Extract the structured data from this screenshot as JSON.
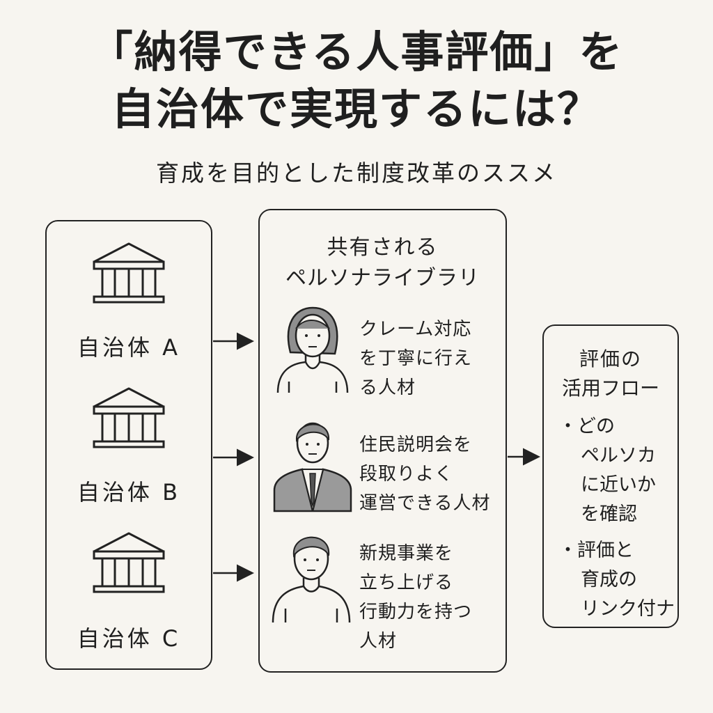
{
  "title": {
    "line1": "「納得できる人事評価」を",
    "line2": "自治体で実現するには？"
  },
  "subtitle": "育成を目的とした制度改革のススメ",
  "municipalities": [
    {
      "label": "自治体 A",
      "icon": "government-building-icon"
    },
    {
      "label": "自治体 B",
      "icon": "government-building-icon"
    },
    {
      "label": "自治体 C",
      "icon": "government-building-icon"
    }
  ],
  "library": {
    "title_line1": "共有される",
    "title_line2": "ペルソナライブラリ",
    "personas": [
      {
        "icon": "woman-avatar-icon",
        "lines": [
          "クレーム対応",
          "を丁寧に行え",
          "る人材"
        ]
      },
      {
        "icon": "businessman-avatar-icon",
        "lines": [
          "住民説明会を",
          "段取りよく",
          "運営できる人材"
        ]
      },
      {
        "icon": "man-avatar-icon",
        "lines": [
          "新規事業を",
          "立ち上げる",
          "行動力を持つ",
          "人材"
        ]
      }
    ]
  },
  "flow": {
    "title_line1": "評価の",
    "title_line2": "活用フロー",
    "bullets": [
      {
        "lines": [
          "・どの",
          "ペルソカ",
          "に近いか",
          "を確認"
        ]
      },
      {
        "lines": [
          "・評価と",
          "育成の",
          "リンク付ナ"
        ]
      }
    ]
  },
  "colors": {
    "background": "#f7f5f0",
    "stroke": "#222222",
    "suit": "#9a9a9a",
    "hair": "#8f8f8f"
  }
}
